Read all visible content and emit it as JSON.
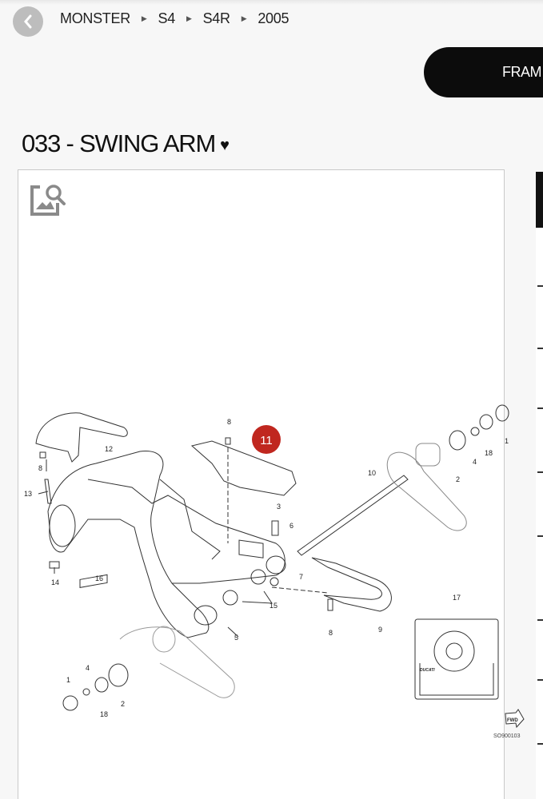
{
  "breadcrumb": {
    "items": [
      "MONSTER",
      "S4",
      "S4R",
      "2005"
    ]
  },
  "category_button": {
    "label": "FRAM"
  },
  "page_title": "033 - SWING ARM",
  "diagram": {
    "selected_callout": "11",
    "labels": [
      "8",
      "12",
      "8",
      "13",
      "14",
      "16",
      "11",
      "3",
      "6",
      "10",
      "2",
      "4",
      "18",
      "1",
      "7",
      "15",
      "5",
      "8",
      "9",
      "17",
      "4",
      "1",
      "18",
      "2"
    ],
    "drawing_code": "SO900103",
    "logo_text": "DUCATI",
    "fwd_text": "FWD"
  },
  "colors": {
    "callout": "#c0271f",
    "pill": "#0c0c0c",
    "back_button": "#bdbdbd"
  }
}
